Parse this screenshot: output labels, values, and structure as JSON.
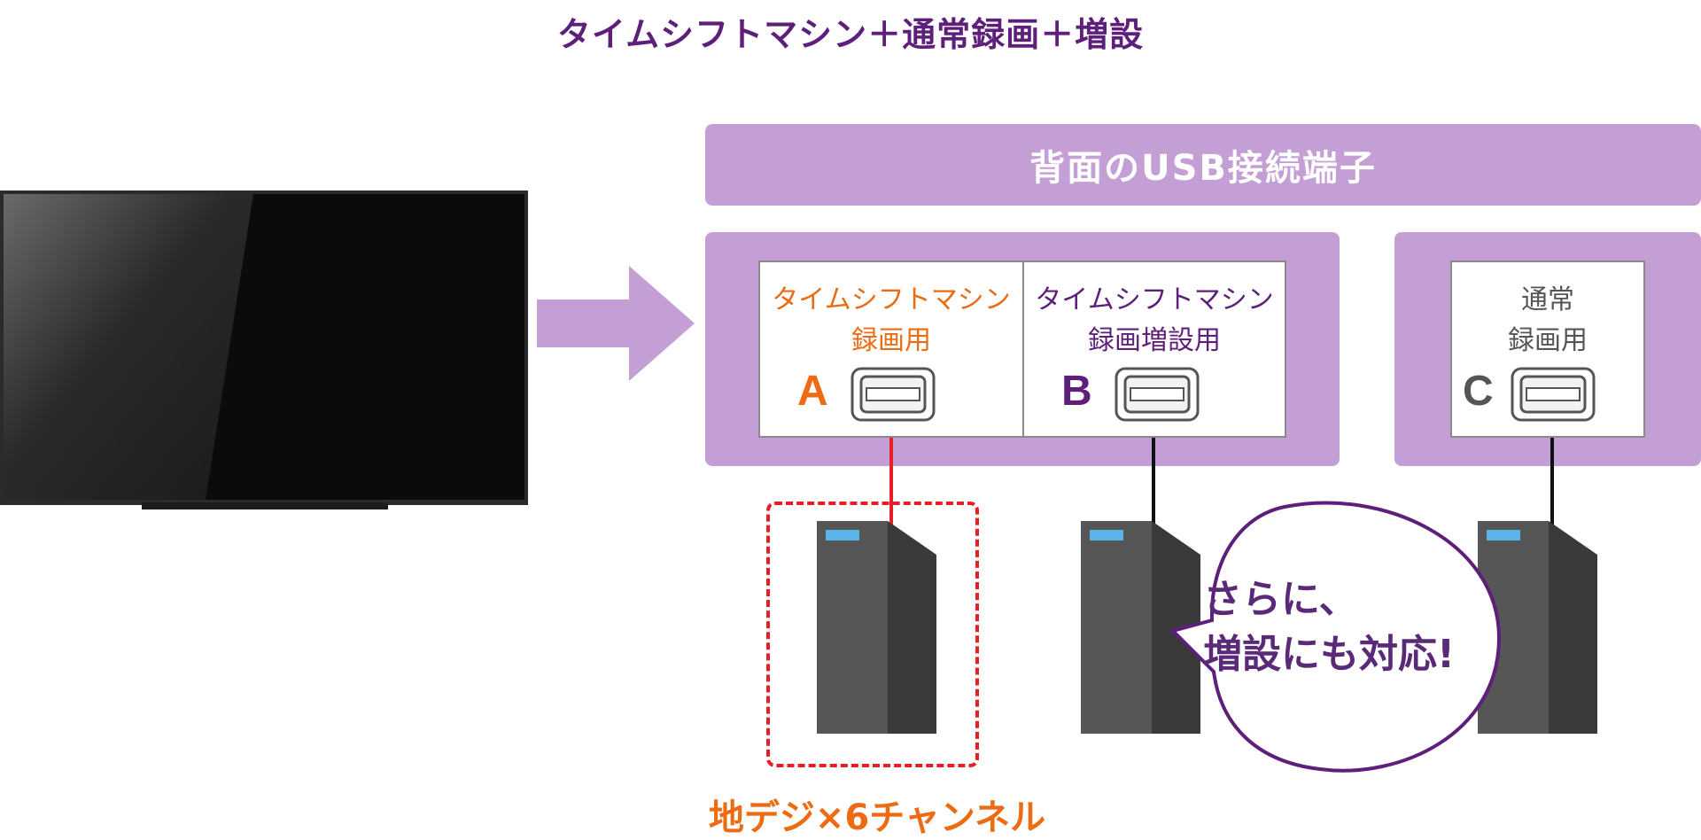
{
  "title": "タイムシフトマシン＋通常録画＋増設",
  "banner": "背面のUSB接続端子",
  "ports": [
    {
      "label": "タイムシフトマシン\n録画用",
      "letter": "A",
      "color": "#ec6b13"
    },
    {
      "label": "タイムシフトマシン\n録画増設用",
      "letter": "B",
      "color": "#5e1f7a"
    },
    {
      "label": "通常\n録画用",
      "letter": "C",
      "color": "#555555"
    }
  ],
  "bubble_text": "さらに、\n増設にも対応!",
  "bottom_label": "地デジ×6チャンネル",
  "colors": {
    "title": "#5e1f7a",
    "panel": "#c39fd6",
    "highlight": "#e81e25",
    "orange": "#ec6b13",
    "hdd_body": "#4a4a4a",
    "hdd_light": "#5ab4e6"
  }
}
